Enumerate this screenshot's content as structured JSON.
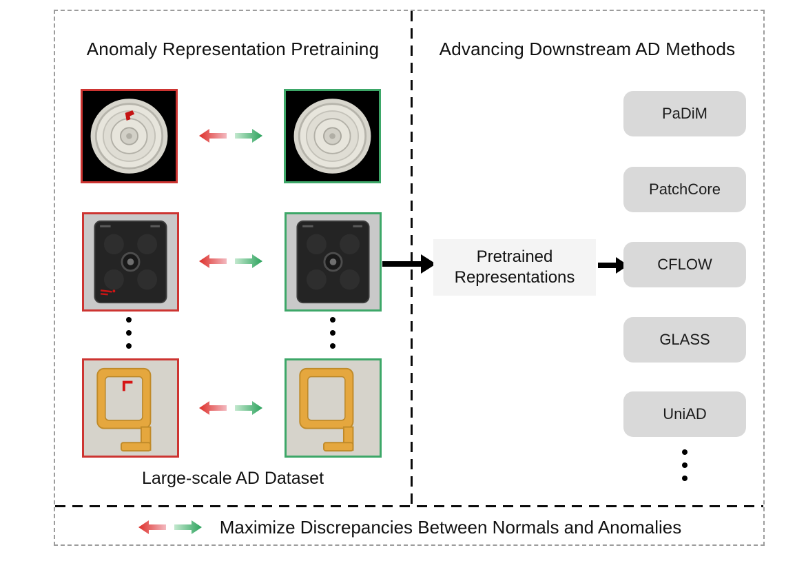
{
  "left_panel": {
    "title": "Anomaly Representation Pretraining",
    "dataset_label": "Large-scale AD Dataset"
  },
  "right_panel": {
    "title": "Advancing Downstream AD Methods",
    "pretrained_box": {
      "line1": "Pretrained",
      "line2": "Representations"
    },
    "methods": [
      "PaDiM",
      "PatchCore",
      "CFLOW",
      "GLASS",
      "UniAD"
    ]
  },
  "footer": {
    "caption": "Maximize Discrepancies Between Normals and Anomalies"
  },
  "colors": {
    "anomaly_border": "#cd3431",
    "normal_border": "#3da768",
    "arrow_red": "#dd2f2a",
    "arrow_green": "#2ba25c",
    "method_chip_bg": "#d9d9d9",
    "pretrained_box_bg": "#f4f4f4",
    "flow_arrow": "#000000"
  }
}
